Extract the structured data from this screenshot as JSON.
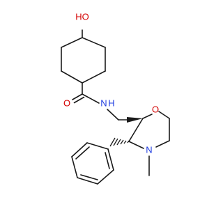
{
  "molecule": {
    "atoms": {
      "hydroxyl": "HO",
      "carbonyl_oxygen": "O",
      "amide_nitrogen": "N",
      "amide_hydrogen": "H",
      "ring_oxygen": "O",
      "ring_nitrogen": "N"
    },
    "colors": {
      "oxygen": "#d40000",
      "nitrogen": "#1f3ce0",
      "bond": "#1a1a1a"
    }
  }
}
